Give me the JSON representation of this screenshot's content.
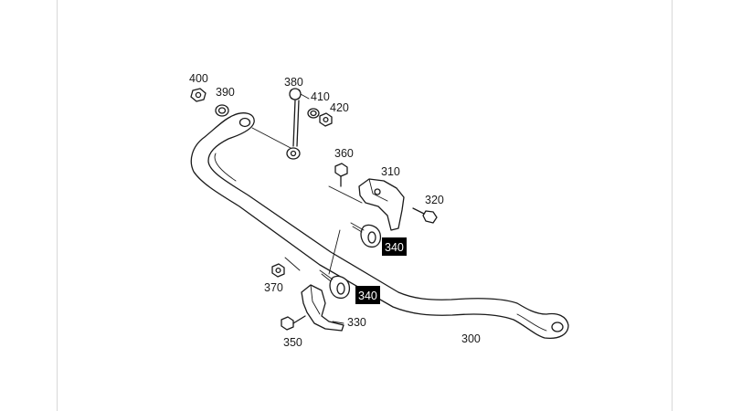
{
  "labels": {
    "p300": "300",
    "p310": "310",
    "p320": "320",
    "p330": "330",
    "p340a": "340",
    "p340b": "340",
    "p350": "350",
    "p360": "360",
    "p370": "370",
    "p380": "380",
    "p390": "390",
    "p400": "400",
    "p410": "410",
    "p420": "420"
  },
  "colors": {
    "highlight_bg": "#000000",
    "highlight_fg": "#ffffff",
    "line": "#1a1a1a"
  }
}
